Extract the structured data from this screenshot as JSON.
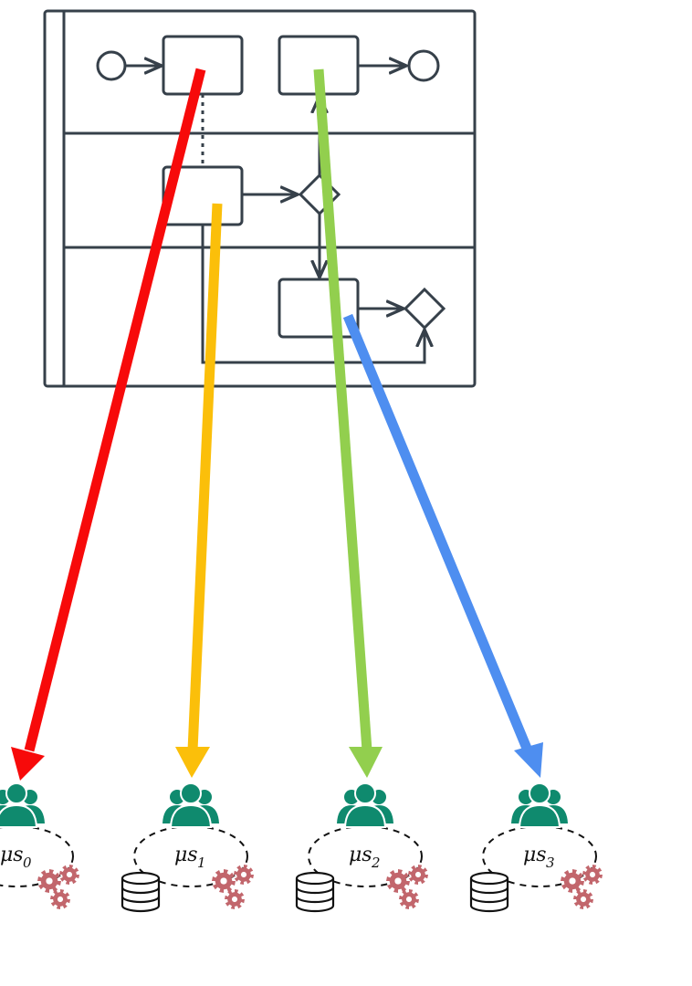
{
  "colors": {
    "process_line": "#36404a",
    "team": "#0f8a6e",
    "gear": "#c2666c",
    "gear_hole": "#ffffff",
    "cylinder": "#111111",
    "ring": "#111111"
  },
  "mappings": [
    {
      "from": "activity-top-left",
      "to": "microservice-0",
      "color": "#f70a0a"
    },
    {
      "from": "activity-middle",
      "to": "microservice-1",
      "color": "#fbbf0a"
    },
    {
      "from": "activity-top-right",
      "to": "microservice-2",
      "color": "#92cf4e"
    },
    {
      "from": "activity-bottom",
      "to": "microservice-3",
      "color": "#4e8ef0"
    }
  ],
  "microservices": [
    {
      "label": "μs",
      "subscript": "0",
      "has_database": false
    },
    {
      "label": "μs",
      "subscript": "1",
      "has_database": true
    },
    {
      "label": "μs",
      "subscript": "2",
      "has_database": true
    },
    {
      "label": "μs",
      "subscript": "3",
      "has_database": true
    }
  ]
}
